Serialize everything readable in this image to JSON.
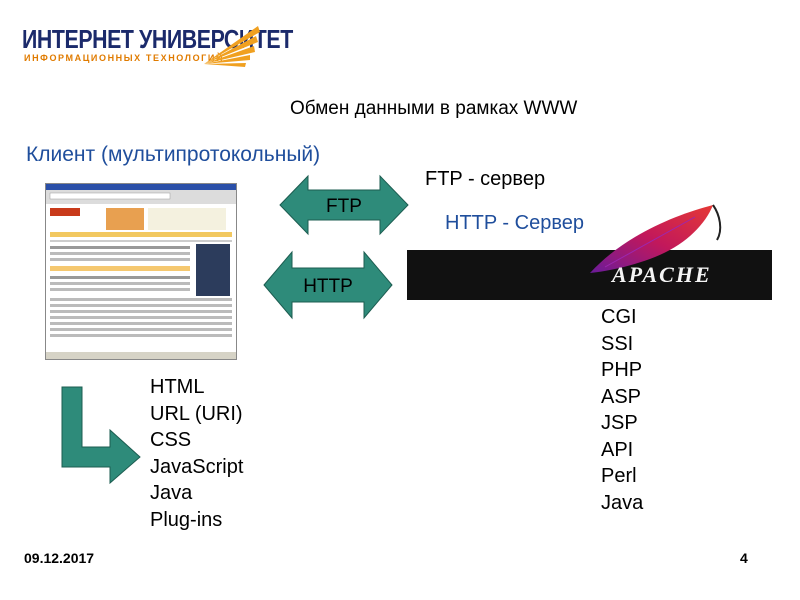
{
  "logo": {
    "title": "ИНТЕРНЕТ УНИВЕРСИТЕТ",
    "subtitle": "ИНФОРМАЦИОННЫХ ТЕХНОЛОГИЙ",
    "accent_color": "#f0a020",
    "brand_color": "#1b2a6b"
  },
  "slide": {
    "title": "Обмен данными в рамках WWW",
    "client_label": "Клиент (мультипротокольный)",
    "ftp_server_label": "FTP - сервер",
    "http_server_label": "HTTP - Сервер",
    "ftp_arrow_label": "FTP",
    "http_arrow_label": "HTTP",
    "apache_logo_text": "APACHE",
    "client_technologies": [
      "HTML",
      "URL (URI)",
      "CSS",
      "JavaScript",
      "Java",
      "Plug-ins"
    ],
    "server_technologies": [
      "CGI",
      "SSI",
      "PHP",
      "ASP",
      "JSP",
      "API",
      "Perl",
      "Java"
    ]
  },
  "footer": {
    "date": "09.12.2017",
    "page_number": "4"
  },
  "colors": {
    "arrow_fill": "#2e8b7a",
    "link_blue": "#1f4e9c"
  }
}
